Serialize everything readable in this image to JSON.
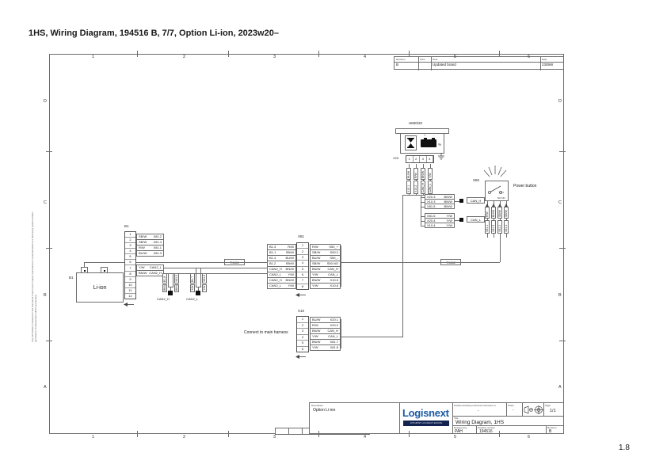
{
  "page": {
    "title": "1HS, Wiring Diagram, 194516 B, 7/7, Option Li-ion, 2023w20–",
    "page_number": "1.8"
  },
  "frame": {
    "cols": [
      "1",
      "2",
      "3",
      "4",
      "5",
      "6"
    ],
    "rows": [
      "D",
      "C",
      "B",
      "A"
    ]
  },
  "revision_table": {
    "headers": {
      "revision": "Revision",
      "zone": "Zone",
      "note": "Note",
      "date": "Date"
    },
    "entry": {
      "revision": "B",
      "zone": "",
      "note": "Updated brand",
      "date": "2305W"
    }
  },
  "disclaimer": "Any information contained in this document must not be copied, reproduced or communicated to a third party without written permission. Contravention will be prosecuted.",
  "hmi": {
    "label": "HMI0/20",
    "plus": "+",
    "minus": "-",
    "percent": "%",
    "connector": {
      "label": "X20",
      "pins": [
        "1",
        "2",
        "3",
        "4"
      ]
    },
    "wires": [
      {
        "color": "BU/W",
        "net": "X10.1"
      },
      {
        "color": "R/W",
        "net": "X10.2"
      },
      {
        "color": "BN/W",
        "net": "CAN_H"
      },
      {
        "color": "Y/W",
        "net": "CAN_L"
      }
    ]
  },
  "can_h": {
    "label": "CAN_H",
    "rows": [
      {
        "net": "X20.3",
        "color": "BN/W"
      },
      {
        "net": "X10.3",
        "color": "BN/W"
      },
      {
        "net": "X81.5",
        "color": "BN/W"
      }
    ]
  },
  "can_l": {
    "label": "CAN_L",
    "rows": [
      {
        "net": "X81.6",
        "color": "Y/W"
      },
      {
        "net": "X20.4",
        "color": "Y/W"
      },
      {
        "net": "X10.4",
        "color": "Y/W"
      }
    ]
  },
  "s50": {
    "label": "S50",
    "caption": "Power button",
    "contacts": "NO NC",
    "wires": [
      {
        "color": "R/W",
        "net": "X81.1"
      },
      {
        "color": "BU/W",
        "net": "X81.3"
      },
      {
        "color": "SB/W",
        "net": "X81.2"
      },
      {
        "color": "SB/W",
        "net": "X81.4"
      }
    ]
  },
  "battery": {
    "ref": "B1",
    "type": "Li-ion"
  },
  "b1": {
    "label": "B1",
    "pins": [
      "1",
      "2",
      "3",
      "4",
      "5",
      "6",
      "7",
      "8",
      "9",
      "10",
      "11",
      "12"
    ],
    "rows_top": [
      {
        "color": "SB/W",
        "net": "X81.2"
      },
      {
        "color": "SB/W",
        "net": "X81.4"
      },
      {
        "color": "R/W",
        "net": "X81.1"
      },
      {
        "color": "BU/W",
        "net": "X81.3"
      }
    ],
    "rows_mid": [
      {
        "color": "Y/W",
        "net": "CAN2_L"
      },
      {
        "color": "BN/W",
        "net": "CAN2_H"
      }
    ]
  },
  "can2_h": {
    "label": "CAN2_H",
    "wires": [
      {
        "net": "B1.8",
        "color": "BN/W"
      },
      {
        "net": "X81.5",
        "color": "BN/W"
      }
    ]
  },
  "can2_l": {
    "label": "CAN2_L",
    "wires": [
      {
        "net": "B1.7",
        "color": "Y/W"
      },
      {
        "net": "X81.6",
        "color": "Y/W"
      }
    ]
  },
  "x81": {
    "label": "X81",
    "pins": [
      "1",
      "2",
      "3",
      "4",
      "5",
      "6",
      "7",
      "8"
    ],
    "left": [
      {
        "net": "B1.3",
        "color": "R/W"
      },
      {
        "net": "B1.1",
        "color": "SB/W"
      },
      {
        "net": "B1.4",
        "color": "BU/W"
      },
      {
        "net": "B1.2",
        "color": "SB/W"
      },
      {
        "net": "CAN2_H",
        "color": "BN/W"
      },
      {
        "net": "CAN2_L",
        "color": "Y/W"
      },
      {
        "net": "CAN2_H",
        "color": "BN/W"
      },
      {
        "net": "CAN2_L",
        "color": "Y/W"
      }
    ],
    "right": [
      {
        "color": "R/W",
        "net": "S50_+"
      },
      {
        "color": "SB/W",
        "net": "S50.2"
      },
      {
        "color": "BU/W",
        "net": "S50_-"
      },
      {
        "color": "SB/W",
        "net": "S50.NO"
      },
      {
        "color": "BN/W",
        "net": "CAN_H"
      },
      {
        "color": "Y/W",
        "net": "CAN_L"
      },
      {
        "color": "BN/W",
        "net": "X10.5"
      },
      {
        "color": "Y/W",
        "net": "X10.6"
      }
    ]
  },
  "x10": {
    "label": "X10",
    "note": "Connect to main harness",
    "pins": [
      "1",
      "2",
      "3",
      "4",
      "5",
      "6"
    ],
    "right": [
      {
        "color": "BU/W",
        "net": "X20.1"
      },
      {
        "color": "R/W",
        "net": "X20.2"
      },
      {
        "color": "BN/W",
        "net": "CAN_H"
      },
      {
        "color": "Y/W",
        "net": "CAN_L"
      },
      {
        "color": "BN/W",
        "net": "X81.7"
      },
      {
        "color": "Y/W",
        "net": "X81.8"
      }
    ]
  },
  "tags": {
    "w1": "TK661",
    "w2": "TK662"
  },
  "title_block": {
    "description_label": "Description",
    "description": "Option Li-ion",
    "logo": "Logisnext",
    "logo_sub": "MITSUBISHI LOGISNEXT EUROPE",
    "produce_label": "Produce according to document instruction no.",
    "produce_value": "-",
    "scale_label": "Scale",
    "scale_value": "-",
    "page_label": "Page",
    "page_value": "1/1",
    "title_label": "Title",
    "title": "Wiring Diagram, 1HS",
    "designed_label": "Designed by",
    "designed": "PAH",
    "number_label": "Drawing number",
    "number": "194516",
    "revision_label": "Revision",
    "revision": "B"
  },
  "colors": {
    "logo_blue": "#1d5aa4",
    "logo_navy": "#13234f",
    "line": "#6d6d6d"
  }
}
